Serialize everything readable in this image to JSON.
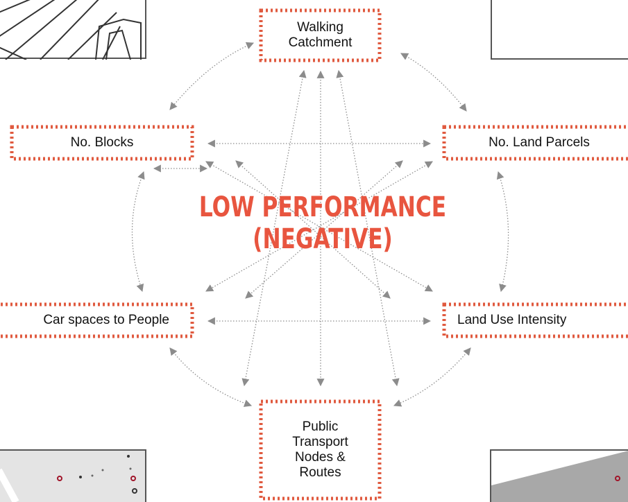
{
  "colors": {
    "accent": "#e8553f",
    "border_dot": "#e05a3f",
    "arrow": "#8c8c8c",
    "map_fill": "#cfcfcf",
    "map_line": "#444444"
  },
  "center_title": {
    "line1": "LOW PERFORMANCE",
    "line2": "(NEGATIVE)"
  },
  "nodes": {
    "walking": "Walking\nCatchment",
    "blocks": "No. Blocks",
    "parcels": "No. Land Parcels",
    "car": "Car spaces to People",
    "landuse": "Land Use Intensity",
    "transport": "Public\nTransport\nNodes &\nRoutes"
  }
}
